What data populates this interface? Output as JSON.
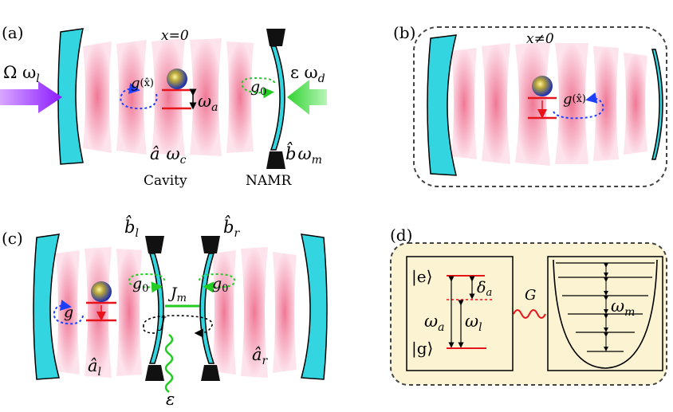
{
  "panels": {
    "a": {
      "tag": "(a)",
      "position": "x=0",
      "pump": "Ω ω",
      "pump_sub": "l",
      "drive": "ε ω",
      "drive_sub": "d",
      "coupling": "g",
      "coupling_arg": "(x̂)",
      "g0": "g",
      "g0_sub": "0",
      "omega_a": "ω",
      "omega_a_sub": "a",
      "cavity_op": "â",
      "cavity_freq": "ω",
      "cavity_freq_sub": "c",
      "mech_op": "b̂",
      "mech_freq": "ω",
      "mech_freq_sub": "m",
      "cavity_caption": "Cavity",
      "namr_caption": "NAMR"
    },
    "b": {
      "tag": "(b)",
      "position": "x≠0",
      "coupling": "g",
      "coupling_arg": "(x̂)"
    },
    "c": {
      "tag": "(c)",
      "b_left": "b̂",
      "b_left_sub": "l",
      "b_right": "b̂",
      "b_right_sub": "r",
      "g0_left": "g",
      "g0_right": "g",
      "g0_sub": "0",
      "jm": "J",
      "jm_sub": "m",
      "j": "J",
      "g": "g",
      "a_left": "â",
      "a_left_sub": "l",
      "a_right": "â",
      "a_right_sub": "r",
      "epsilon": "ε"
    },
    "d": {
      "tag": "(d)",
      "excited": "|e⟩",
      "ground": "|g⟩",
      "delta": "δ",
      "delta_sub": "a",
      "omega_a": "ω",
      "omega_a_sub": "a",
      "omega_l": "ω",
      "omega_l_sub": "l",
      "G": "G",
      "omega_m": "ω",
      "omega_m_sub": "m"
    }
  },
  "colors": {
    "mirror": "#33d6e0",
    "cavity_mode": "#f4a6bd",
    "pump_arrow": "#9b30ff",
    "drive_arrow": "#3ddc3d",
    "atom_level": "#e8141b",
    "atom_ball": "#1c2fb0",
    "coupling_loop": "#1f3fff",
    "green_loop": "#22cc22",
    "panel_fill": "#fbf3d2"
  }
}
